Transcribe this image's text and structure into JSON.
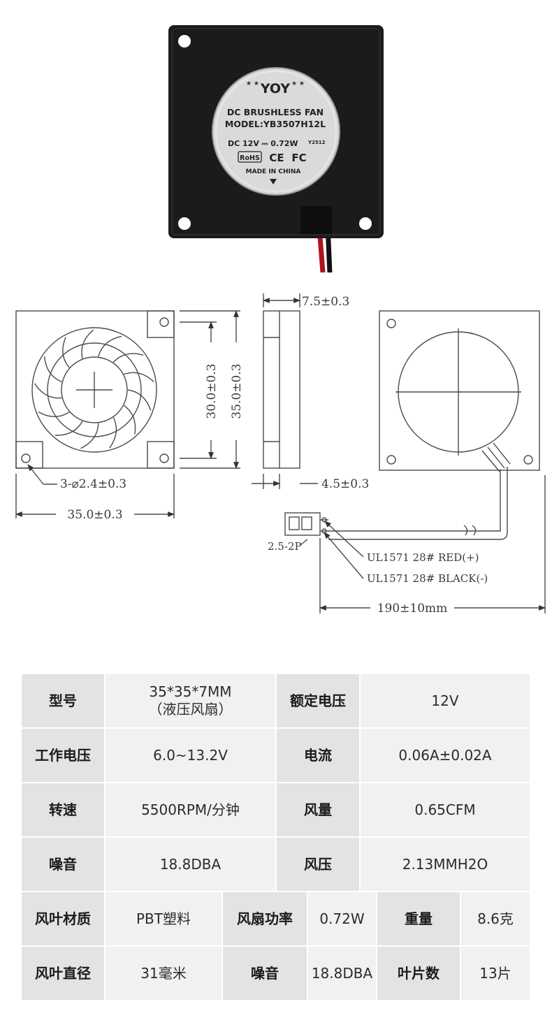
{
  "fan_label": {
    "brand": "YOY",
    "line1": "DC BRUSHLESS FAN",
    "line2": "MODEL:YB3507H12L",
    "line3": "DC  12V  ⎓ 0.72W",
    "line3_code": "Y2512",
    "cert1": "RoHS",
    "cert2": "CE",
    "cert3": "FC",
    "origin": "MADE IN CHINA"
  },
  "drawing": {
    "thickness": "7.5±0.3",
    "hole_pitch": "30.0±0.3",
    "body_height": "35.0±0.3",
    "holes": "3-⌀2.4±0.3",
    "body_width": "35.0±0.3",
    "outlet": "4.5±0.3",
    "connector": "2.5-2P",
    "wire_red": "UL1571  28#  RED(+)",
    "wire_black": "UL1571  28#  BLACK(-)",
    "cable_length": "190±10mm"
  },
  "specs": {
    "row1": {
      "l1": "型号",
      "v1_line1": "35*35*7MM",
      "v1_line2": "（液压风扇）",
      "l2": "额定电压",
      "v2": "12V"
    },
    "row2": {
      "l1": "工作电压",
      "v1": "6.0~13.2V",
      "l2": "电流",
      "v2": "0.06A±0.02A"
    },
    "row3": {
      "l1": "转速",
      "v1": "5500RPM/分钟",
      "l2": "风量",
      "v2": "0.65CFM"
    },
    "row4": {
      "l1": "噪音",
      "v1": "18.8DBA",
      "l2": "风压",
      "v2": "2.13MMH2O"
    },
    "row5": {
      "l1": "风叶材质",
      "v1": "PBT塑料",
      "l2": "风扇功率",
      "v2": "0.72W",
      "l3": "重量",
      "v3": "8.6克"
    },
    "row6": {
      "l1": "风叶直径",
      "v1": "31毫米",
      "l2": "噪音",
      "v2": "18.8DBA",
      "l3": "叶片数",
      "v3": "13片"
    }
  }
}
